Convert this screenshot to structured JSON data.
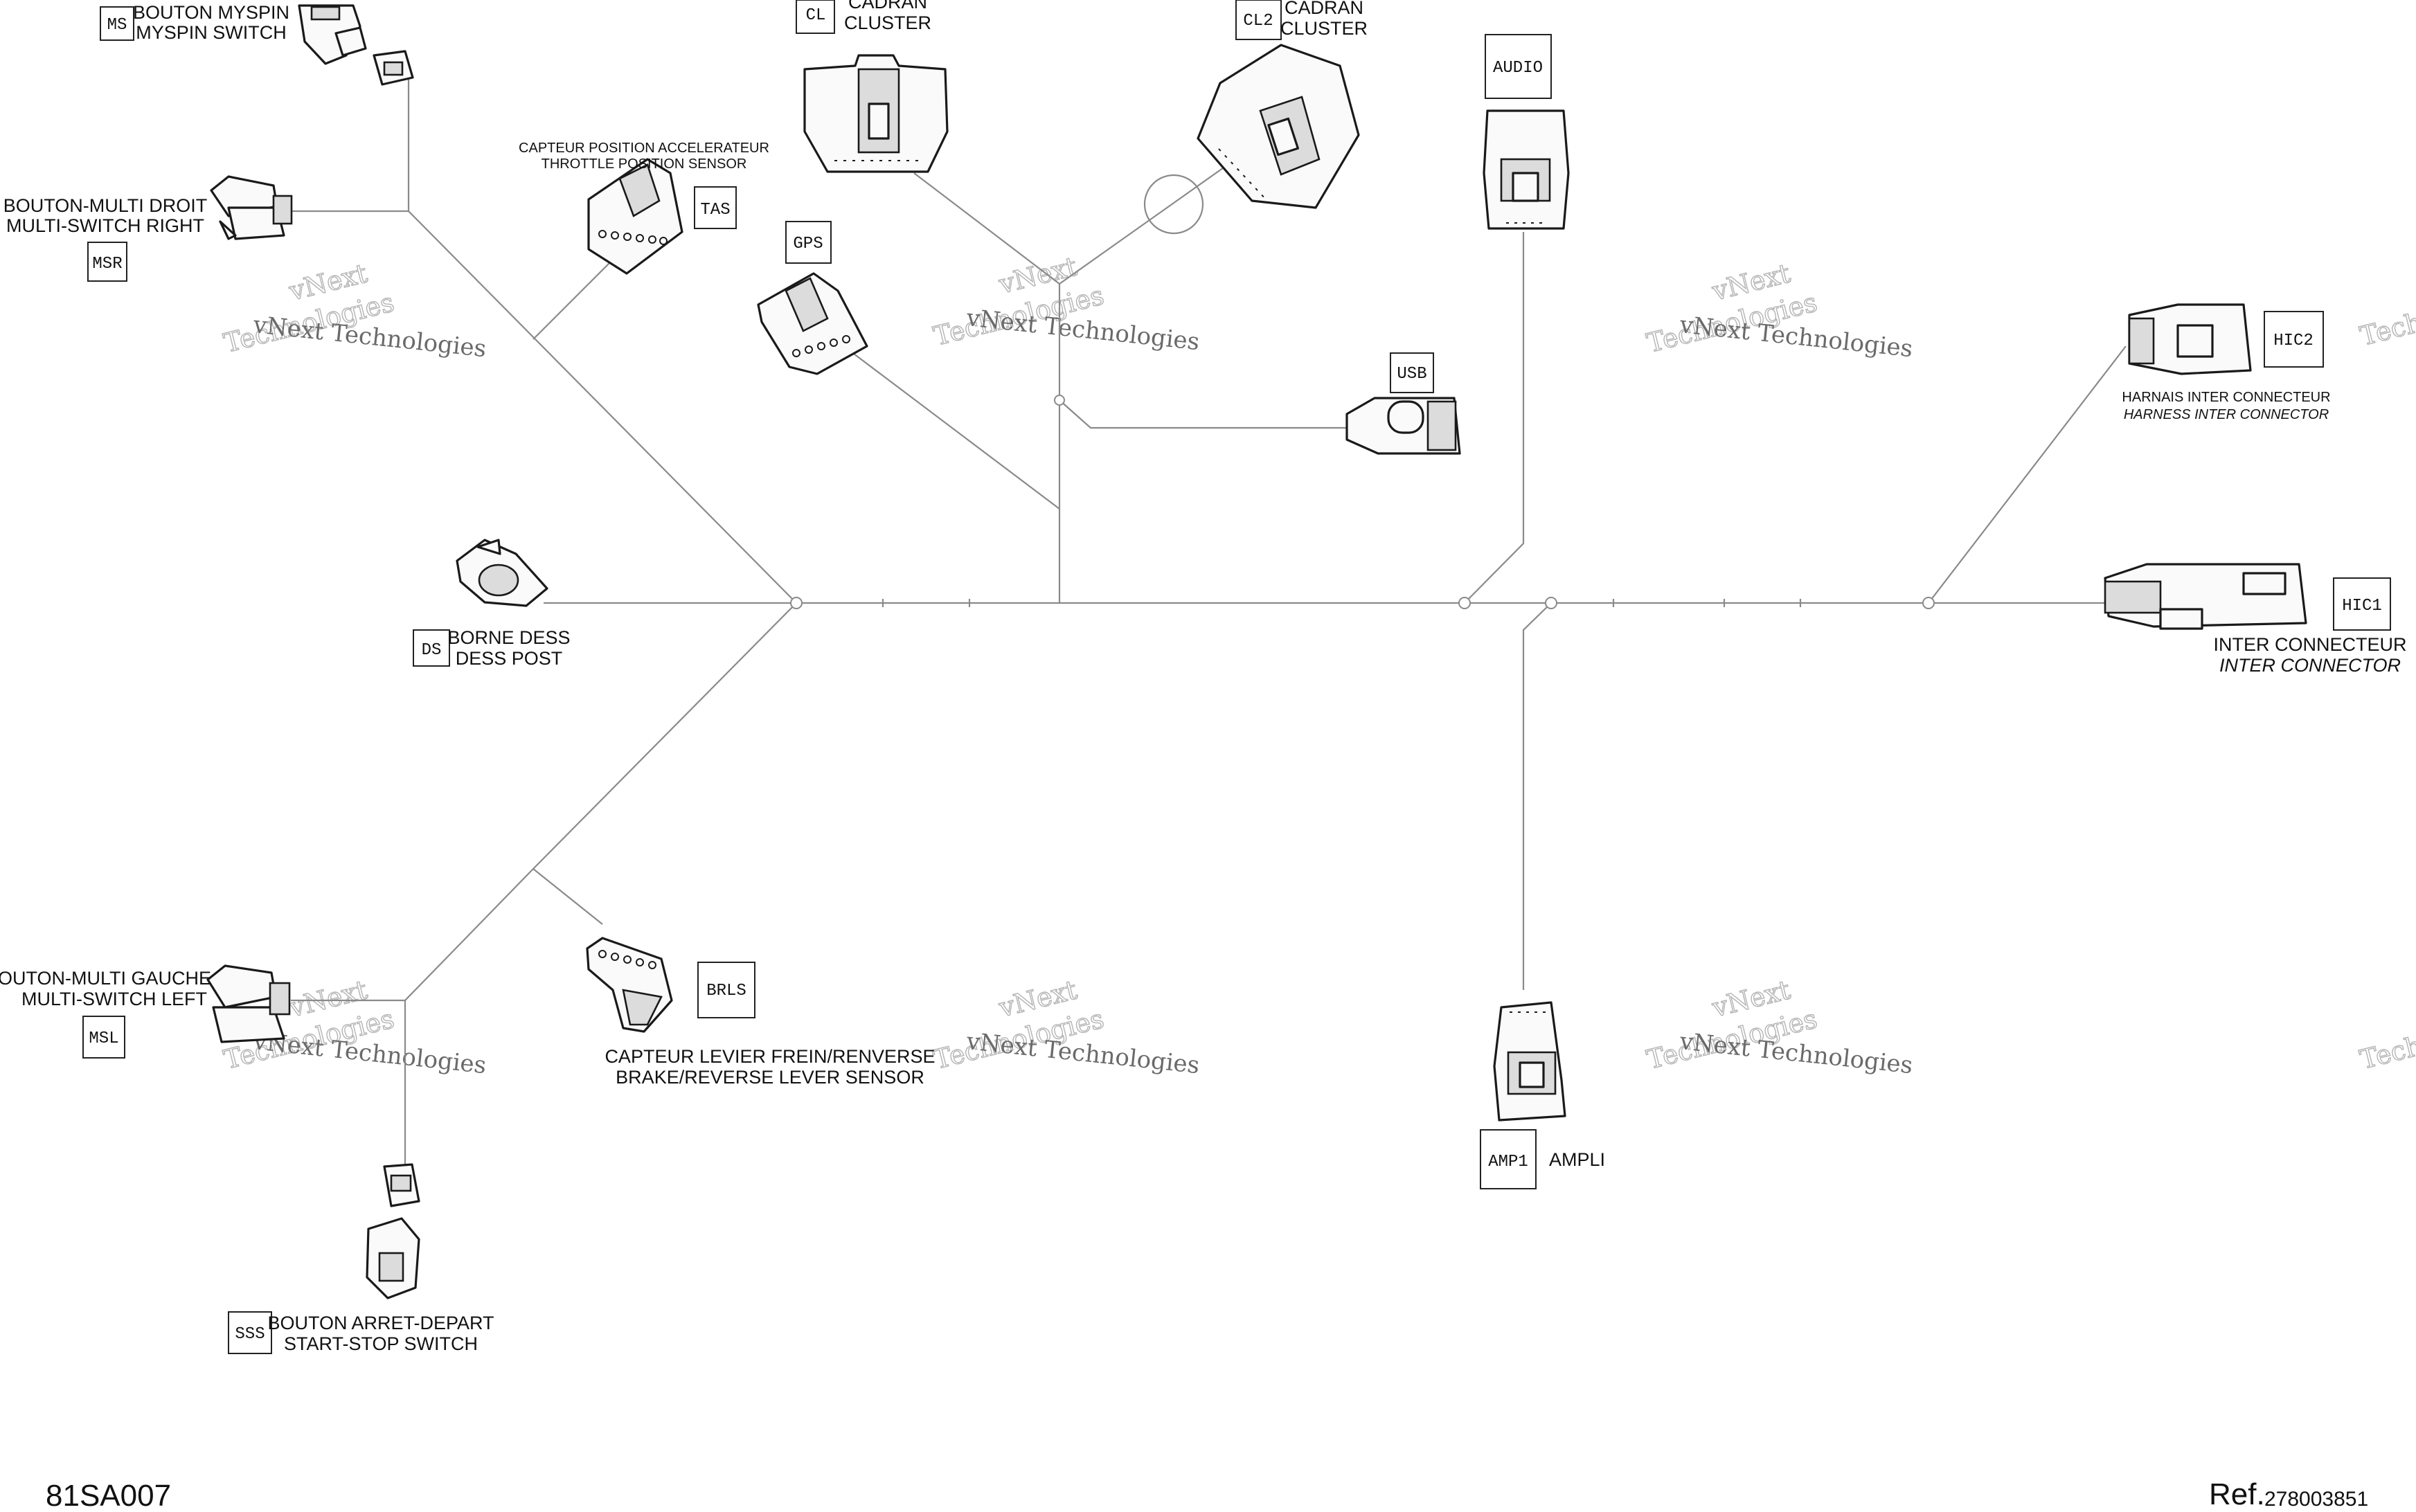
{
  "connectors": {
    "ms": {
      "code": "MS",
      "fr": "BOUTON MYSPIN",
      "en": "MYSPIN SWITCH"
    },
    "msr": {
      "code": "MSR",
      "fr": "BOUTON-MULTI DROIT",
      "en": "MULTI-SWITCH RIGHT"
    },
    "tas": {
      "code": "TAS",
      "fr": "CAPTEUR POSITION ACCELERATEUR",
      "en": "THROTTLE POSITION SENSOR"
    },
    "cl": {
      "code": "CL",
      "fr": "CADRAN",
      "en": "CLUSTER"
    },
    "cl2": {
      "code": "CL2",
      "fr": "CADRAN",
      "en": "CLUSTER"
    },
    "gps": {
      "code": "GPS"
    },
    "audio": {
      "code": "AUDIO"
    },
    "usb": {
      "code": "USB"
    },
    "hic2": {
      "code": "HIC2",
      "fr": "HARNAIS INTER CONNECTEUR",
      "en": "HARNESS INTER CONNECTOR"
    },
    "hic1": {
      "code": "HIC1",
      "fr": "INTER CONNECTEUR",
      "en": "INTER CONNECTOR"
    },
    "ds": {
      "code": "DS",
      "fr": "BORNE DESS",
      "en": "DESS POST"
    },
    "msl": {
      "code": "MSL",
      "fr": "BOUTON-MULTI GAUCHE",
      "en": "MULTI-SWITCH LEFT"
    },
    "brls": {
      "code": "BRLS",
      "fr": "CAPTEUR LEVIER FREIN/RENVERSE",
      "en": "BRAKE/REVERSE LEVER SENSOR"
    },
    "amp1": {
      "code": "AMP1",
      "fr": "AMPLI"
    },
    "sss": {
      "code": "SSS",
      "fr": "BOUTON ARRET-DEPART",
      "en": "START-STOP SWITCH"
    }
  },
  "watermark": {
    "line1": "vNext Technologies",
    "line2": "vNext",
    "line3": "Technologies"
  },
  "footer": {
    "drawing_id": "81SA007",
    "ref_label": "Ref.",
    "ref_number": "278003851"
  }
}
